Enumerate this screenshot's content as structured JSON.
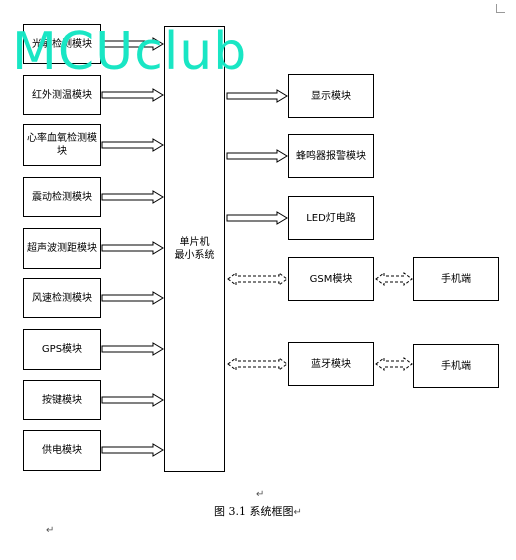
{
  "left_modules": [
    "光敏检测模块",
    "红外测温模块",
    "心率血氧检测模块",
    "震动检测模块",
    "超声波测距模块",
    "风速检测模块",
    "GPS模块",
    "按键模块",
    "供电模块"
  ],
  "center": {
    "label": "单片机\n最小系统"
  },
  "output_modules": [
    "显示模块",
    "蜂鸣器报警模块",
    "LED灯电路"
  ],
  "wireless_modules": [
    "GSM模块",
    "蓝牙模块"
  ],
  "phone_modules": [
    "手机端",
    "手机端"
  ],
  "caption": "图 3.1 系统框图",
  "watermark": "MCUclub",
  "para_mark": "↵"
}
